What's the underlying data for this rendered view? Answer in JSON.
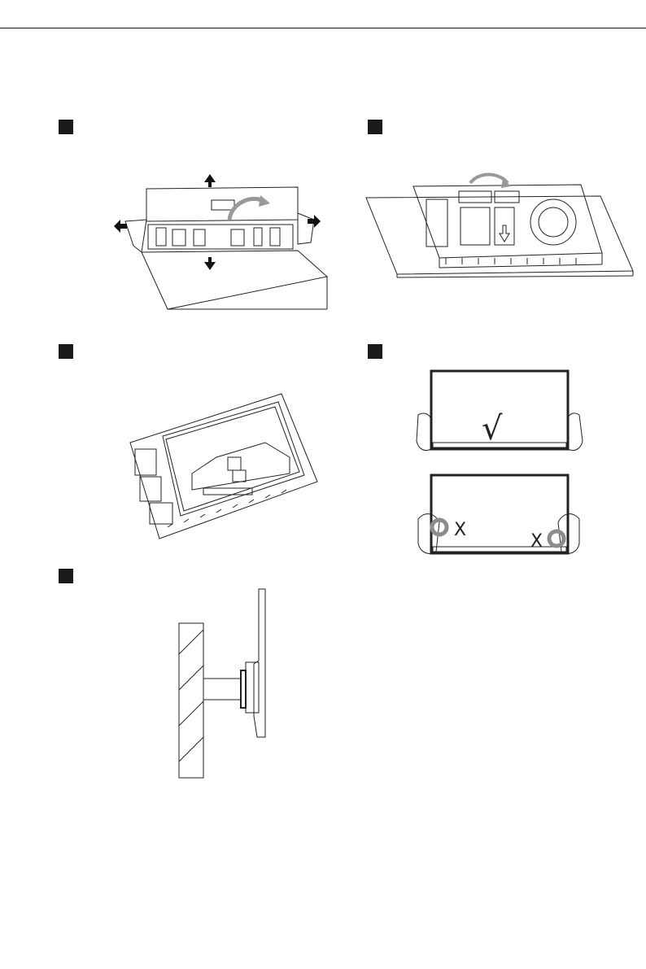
{
  "page": {
    "colors": {
      "ink": "#1a1a1a",
      "line": "#222222",
      "grey_ring": "#8c8c8c",
      "paper": "#ffffff"
    }
  },
  "steps": [
    {
      "id": "open-carton",
      "icon": "carton-open-icon"
    },
    {
      "id": "remove-foam-tray",
      "icon": "foam-tray-icon"
    },
    {
      "id": "monitor-in-foam",
      "icon": "monitor-in-packaging-icon"
    },
    {
      "id": "handling-guidance",
      "icon": "hands-holding-monitor-icon"
    },
    {
      "id": "wall-mount",
      "icon": "wall-mount-icon"
    }
  ],
  "handling": {
    "correct_mark": "√",
    "wrong_left": "X",
    "wrong_right": "X"
  }
}
